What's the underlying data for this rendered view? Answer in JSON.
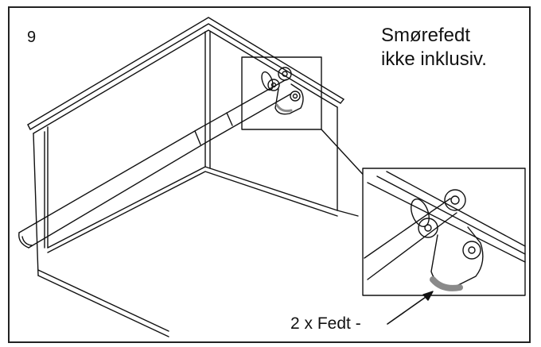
{
  "step": {
    "number": "9"
  },
  "note": {
    "line1": "Smørefedt",
    "line2": "ikke inklusiv."
  },
  "callout": {
    "label": "2 x Fedt -"
  },
  "illustration": {
    "subject": "box-with-handle-underside",
    "detail_view": "hinge-bracket-zoom",
    "highlight_color": "#8a8a8a",
    "line_color": "#111111"
  }
}
